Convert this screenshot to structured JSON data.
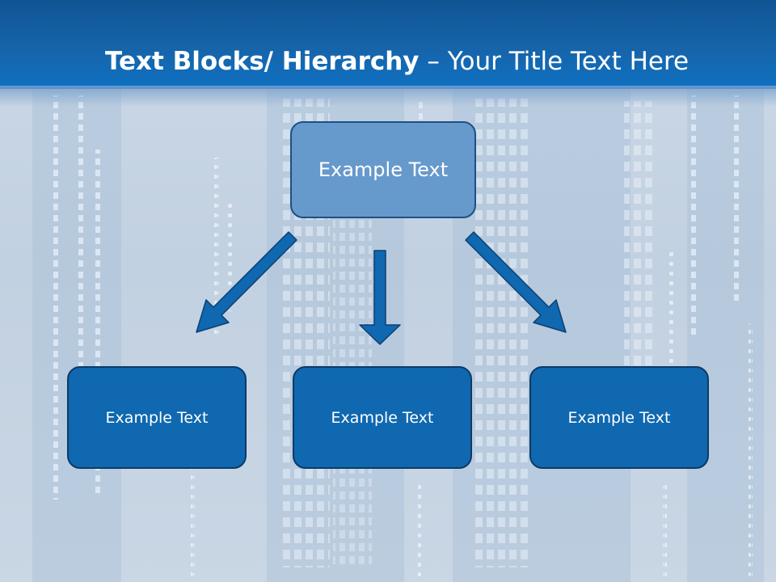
{
  "slide": {
    "title_bold": "Text Blocks/ Hierarchy",
    "title_dash": " – ",
    "title_rest": "Your Title Text Here"
  },
  "hierarchy": {
    "root": {
      "label": "Example Text"
    },
    "children": [
      {
        "label": "Example Text"
      },
      {
        "label": "Example Text"
      },
      {
        "label": "Example Text"
      }
    ]
  },
  "colors": {
    "header": "#1664aa",
    "root_fill": "#6699cc",
    "child_fill": "#0f68b0",
    "arrow_fill": "#0f68b0",
    "arrow_stroke": "#0d3f72"
  }
}
